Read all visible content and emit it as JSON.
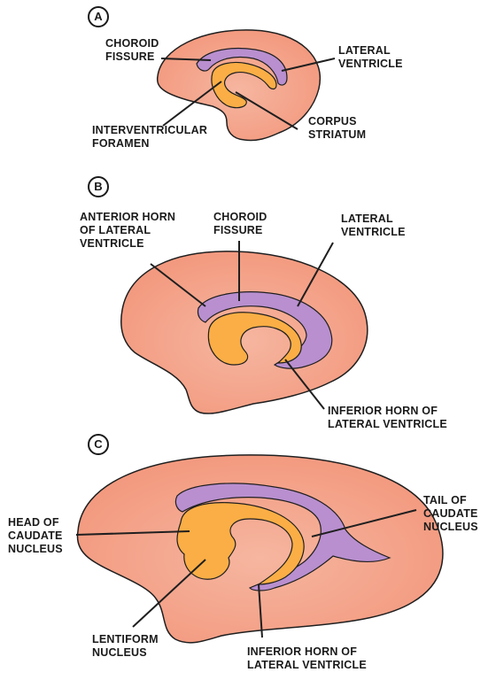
{
  "panels": [
    {
      "id": "A",
      "labels": {
        "choroid_fissure": [
          "CHOROID",
          "FISSURE"
        ],
        "lateral_ventricle": [
          "LATERAL",
          "VENTRICLE"
        ],
        "interventricular_foramen": [
          "INTERVENTRICULAR",
          "FORAMEN"
        ],
        "corpus_striatum": [
          "CORPUS",
          "STRIATUM"
        ]
      }
    },
    {
      "id": "B",
      "labels": {
        "anterior_horn": [
          "ANTERIOR HORN",
          "OF LATERAL",
          "VENTRICLE"
        ],
        "choroid_fissure": [
          "CHOROID",
          "FISSURE"
        ],
        "lateral_ventricle": [
          "LATERAL",
          "VENTRICLE"
        ],
        "inferior_horn": [
          "INFERIOR HORN OF",
          "LATERAL VENTRICLE"
        ]
      }
    },
    {
      "id": "C",
      "labels": {
        "head_caudate": [
          "HEAD OF",
          "CAUDATE",
          "NUCLEUS"
        ],
        "tail_caudate": [
          "TAIL OF",
          "CAUDATE",
          "NUCLEUS"
        ],
        "lentiform": [
          "LENTIFORM",
          "NUCLEUS"
        ],
        "inferior_horn": [
          "INFERIOR HORN OF",
          "LATERAL VENTRICLE"
        ]
      }
    }
  ],
  "colors": {
    "brain_fill": "#f4a48a",
    "brain_fill_light": "#fbd3c2",
    "ventricle": "#b98fcf",
    "striatum": "#fbae45",
    "outline": "#1f1f1f"
  }
}
